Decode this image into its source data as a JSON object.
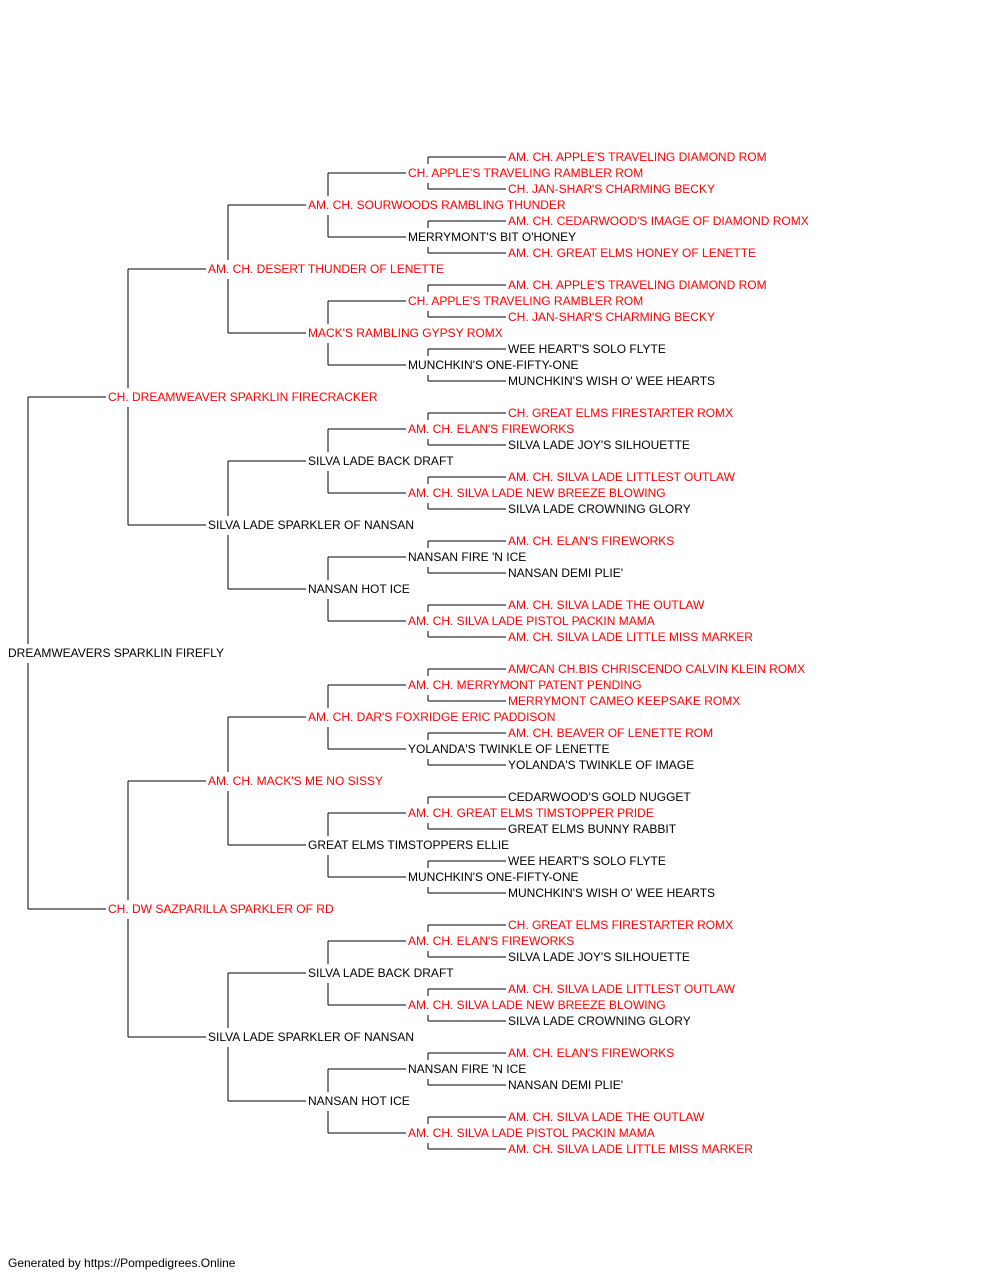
{
  "colors": {
    "champion": "#ff0000",
    "regular": "#000000",
    "line": "#000000"
  },
  "pedigree": {
    "name": "DREAMWEAVERS SPARKLIN FIREFLY",
    "champion": false,
    "sire": {
      "name": "CH. DREAMWEAVER SPARKLIN FIRECRACKER",
      "champion": true,
      "sire": {
        "name": "AM. CH. DESERT THUNDER OF LENETTE",
        "champion": true,
        "sire": {
          "name": "AM. CH. SOURWOODS RAMBLING THUNDER",
          "champion": true,
          "sire": {
            "name": "CH. APPLE'S TRAVELING RAMBLER ROM",
            "champion": true,
            "sire": {
              "name": "AM. CH. APPLE'S TRAVELING DIAMOND ROM",
              "champion": true
            },
            "dam": {
              "name": "CH. JAN-SHAR'S CHARMING BECKY",
              "champion": true
            }
          },
          "dam": {
            "name": "MERRYMONT'S BIT O'HONEY",
            "champion": false,
            "sire": {
              "name": "AM. CH. CEDARWOOD'S IMAGE OF DIAMOND ROMX",
              "champion": true
            },
            "dam": {
              "name": "AM. CH. GREAT ELMS HONEY OF LENETTE",
              "champion": true
            }
          }
        },
        "dam": {
          "name": "MACK'S RAMBLING GYPSY ROMX",
          "champion": true,
          "sire": {
            "name": "CH. APPLE'S TRAVELING RAMBLER ROM",
            "champion": true,
            "sire": {
              "name": "AM. CH. APPLE'S TRAVELING DIAMOND ROM",
              "champion": true
            },
            "dam": {
              "name": "CH. JAN-SHAR'S CHARMING BECKY",
              "champion": true
            }
          },
          "dam": {
            "name": "MUNCHKIN'S ONE-FIFTY-ONE",
            "champion": false,
            "sire": {
              "name": "WEE HEART'S SOLO FLYTE",
              "champion": false
            },
            "dam": {
              "name": "MUNCHKIN'S WISH O' WEE HEARTS",
              "champion": false
            }
          }
        }
      },
      "dam": {
        "name": "SILVA LADE SPARKLER OF NANSAN",
        "champion": false,
        "sire": {
          "name": "SILVA LADE BACK DRAFT",
          "champion": false,
          "sire": {
            "name": "AM. CH. ELAN'S FIREWORKS",
            "champion": true,
            "sire": {
              "name": "CH. GREAT ELMS FIRESTARTER ROMX",
              "champion": true
            },
            "dam": {
              "name": "SILVA LADE JOY'S SILHOUETTE",
              "champion": false
            }
          },
          "dam": {
            "name": "AM. CH. SILVA LADE NEW BREEZE BLOWING",
            "champion": true,
            "sire": {
              "name": "AM. CH. SILVA LADE LITTLEST OUTLAW",
              "champion": true
            },
            "dam": {
              "name": "SILVA LADE CROWNING GLORY",
              "champion": false
            }
          }
        },
        "dam": {
          "name": "NANSAN HOT ICE",
          "champion": false,
          "sire": {
            "name": "NANSAN FIRE 'N ICE",
            "champion": false,
            "sire": {
              "name": "AM. CH. ELAN'S FIREWORKS",
              "champion": true
            },
            "dam": {
              "name": "NANSAN DEMI PLIE'",
              "champion": false
            }
          },
          "dam": {
            "name": "AM. CH. SILVA LADE PISTOL PACKIN MAMA",
            "champion": true,
            "sire": {
              "name": "AM. CH. SILVA LADE THE OUTLAW",
              "champion": true
            },
            "dam": {
              "name": "AM. CH. SILVA LADE LITTLE MISS MARKER",
              "champion": true
            }
          }
        }
      }
    },
    "dam": {
      "name": "CH. DW SAZPARILLA SPARKLER OF RD",
      "champion": true,
      "sire": {
        "name": "AM. CH. MACK'S ME NO SISSY",
        "champion": true,
        "sire": {
          "name": "AM. CH. DAR'S FOXRIDGE ERIC PADDISON",
          "champion": true,
          "sire": {
            "name": "AM. CH. MERRYMONT PATENT PENDING",
            "champion": true,
            "sire": {
              "name": "AM/CAN CH.BIS CHRISCENDO CALVIN KLEIN ROMX",
              "champion": true
            },
            "dam": {
              "name": "MERRYMONT CAMEO KEEPSAKE ROMX",
              "champion": true
            }
          },
          "dam": {
            "name": "YOLANDA'S TWINKLE OF LENETTE",
            "champion": false,
            "sire": {
              "name": "AM. CH. BEAVER OF LENETTE ROM",
              "champion": true
            },
            "dam": {
              "name": "YOLANDA'S TWINKLE OF IMAGE",
              "champion": false
            }
          }
        },
        "dam": {
          "name": "GREAT ELMS TIMSTOPPERS ELLIE",
          "champion": false,
          "sire": {
            "name": "AM. CH. GREAT ELMS TIMSTOPPER PRIDE",
            "champion": true,
            "sire": {
              "name": "CEDARWOOD'S GOLD NUGGET",
              "champion": false
            },
            "dam": {
              "name": "GREAT ELMS BUNNY RABBIT",
              "champion": false
            }
          },
          "dam": {
            "name": "MUNCHKIN'S ONE-FIFTY-ONE",
            "champion": false,
            "sire": {
              "name": "WEE HEART'S SOLO FLYTE",
              "champion": false
            },
            "dam": {
              "name": "MUNCHKIN'S WISH O' WEE HEARTS",
              "champion": false
            }
          }
        }
      },
      "dam": {
        "name": "SILVA LADE SPARKLER OF NANSAN",
        "champion": false,
        "sire": {
          "name": "SILVA LADE BACK DRAFT",
          "champion": false,
          "sire": {
            "name": "AM. CH. ELAN'S FIREWORKS",
            "champion": true,
            "sire": {
              "name": "CH. GREAT ELMS FIRESTARTER ROMX",
              "champion": true
            },
            "dam": {
              "name": "SILVA LADE JOY'S SILHOUETTE",
              "champion": false
            }
          },
          "dam": {
            "name": "AM. CH. SILVA LADE NEW BREEZE BLOWING",
            "champion": true,
            "sire": {
              "name": "AM. CH. SILVA LADE LITTLEST OUTLAW",
              "champion": true
            },
            "dam": {
              "name": "SILVA LADE CROWNING GLORY",
              "champion": false
            }
          }
        },
        "dam": {
          "name": "NANSAN HOT ICE",
          "champion": false,
          "sire": {
            "name": "NANSAN FIRE 'N ICE",
            "champion": false,
            "sire": {
              "name": "AM. CH. ELAN'S FIREWORKS",
              "champion": true
            },
            "dam": {
              "name": "NANSAN DEMI PLIE'",
              "champion": false
            }
          },
          "dam": {
            "name": "AM. CH. SILVA LADE PISTOL PACKIN MAMA",
            "champion": true,
            "sire": {
              "name": "AM. CH. SILVA LADE THE OUTLAW",
              "champion": true
            },
            "dam": {
              "name": "AM. CH. SILVA LADE LITTLE MISS MARKER",
              "champion": true
            }
          }
        }
      }
    }
  },
  "footer": "Generated by https://Pompedigrees.Online"
}
